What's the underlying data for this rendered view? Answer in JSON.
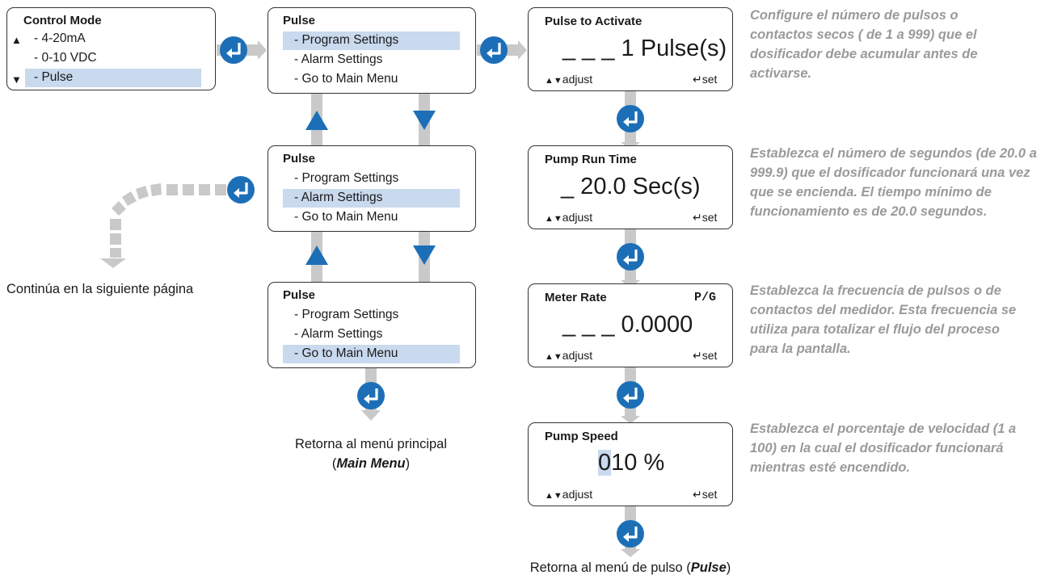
{
  "control_mode": {
    "title": "Control Mode",
    "items": [
      "- 4-20mA",
      "- 0-10 VDC",
      "- Pulse"
    ]
  },
  "pulse_menu": {
    "title": "Pulse",
    "items": [
      "- Program Settings",
      "- Alarm Settings",
      "- Go to Main Menu"
    ]
  },
  "pulse_to_activate": {
    "title": "Pulse to Activate",
    "value": "_ _ _ 1 Pulse(s)",
    "adjust": "adjust",
    "set": "set",
    "description": "Configure el número de pulsos o contactos secos ( de 1 a 999) que el dosificador debe acumular antes de activarse."
  },
  "pump_run_time": {
    "title": "Pump Run Time",
    "value": "_ 20.0 Sec(s)",
    "adjust": "adjust",
    "set": "set",
    "description": "Establezca el número de segundos (de 20.0 a 999.9) que el dosificador funcionará una vez que se encienda. El tiempo mínimo de funcionamiento es de 20.0 segundos."
  },
  "meter_rate": {
    "title": "Meter Rate",
    "unit": "P/G",
    "value": "_ _ _ 0.0000",
    "adjust": "adjust",
    "set": "set",
    "description": "Establezca la frecuencia de pulsos o de contactos del medidor. Esta frecuencia se utiliza para totalizar el flujo del proceso para la pantalla."
  },
  "pump_speed": {
    "title": "Pump Speed",
    "value_digit_selected": "0",
    "value_rest": "10 %",
    "adjust": "adjust",
    "set": "set",
    "description": "Establezca el porcentaje de velocidad (1 a 100) en la cual el dosificador funcionará mientras esté encendido."
  },
  "captions": {
    "continue_next_page": "Continúa en la siguiente página",
    "return_main_prefix": "Retorna al menú principal",
    "return_main_open": "(",
    "return_main_bold": "Main Menu",
    "return_main_close": ")",
    "return_pulse_prefix": "Retorna al menú de pulso (",
    "return_pulse_bold": "Pulse",
    "return_pulse_close": ")"
  },
  "colors": {
    "blue": "#1c6fb7",
    "grey_arrow": "#c9c9c9",
    "highlight": "#c9d9ee",
    "description_text": "#9a9a9a"
  }
}
